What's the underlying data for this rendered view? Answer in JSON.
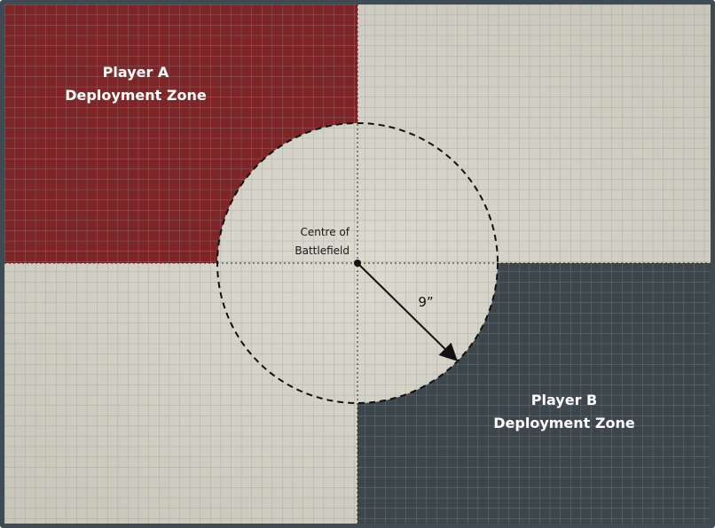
{
  "colors": {
    "frame": "#3f4a52",
    "parchment": "#d6d3c9",
    "grid_line": "#9aa0a2",
    "player_a": "#7d2527",
    "player_b": "#3c464b"
  },
  "labels": {
    "player_a_line1": "Player A",
    "player_a_line2": "Deployment Zone",
    "player_b_line1": "Player B",
    "player_b_line2": "Deployment Zone",
    "centre_line1": "Centre of",
    "centre_line2": "Battlefield",
    "radius": "9”"
  }
}
